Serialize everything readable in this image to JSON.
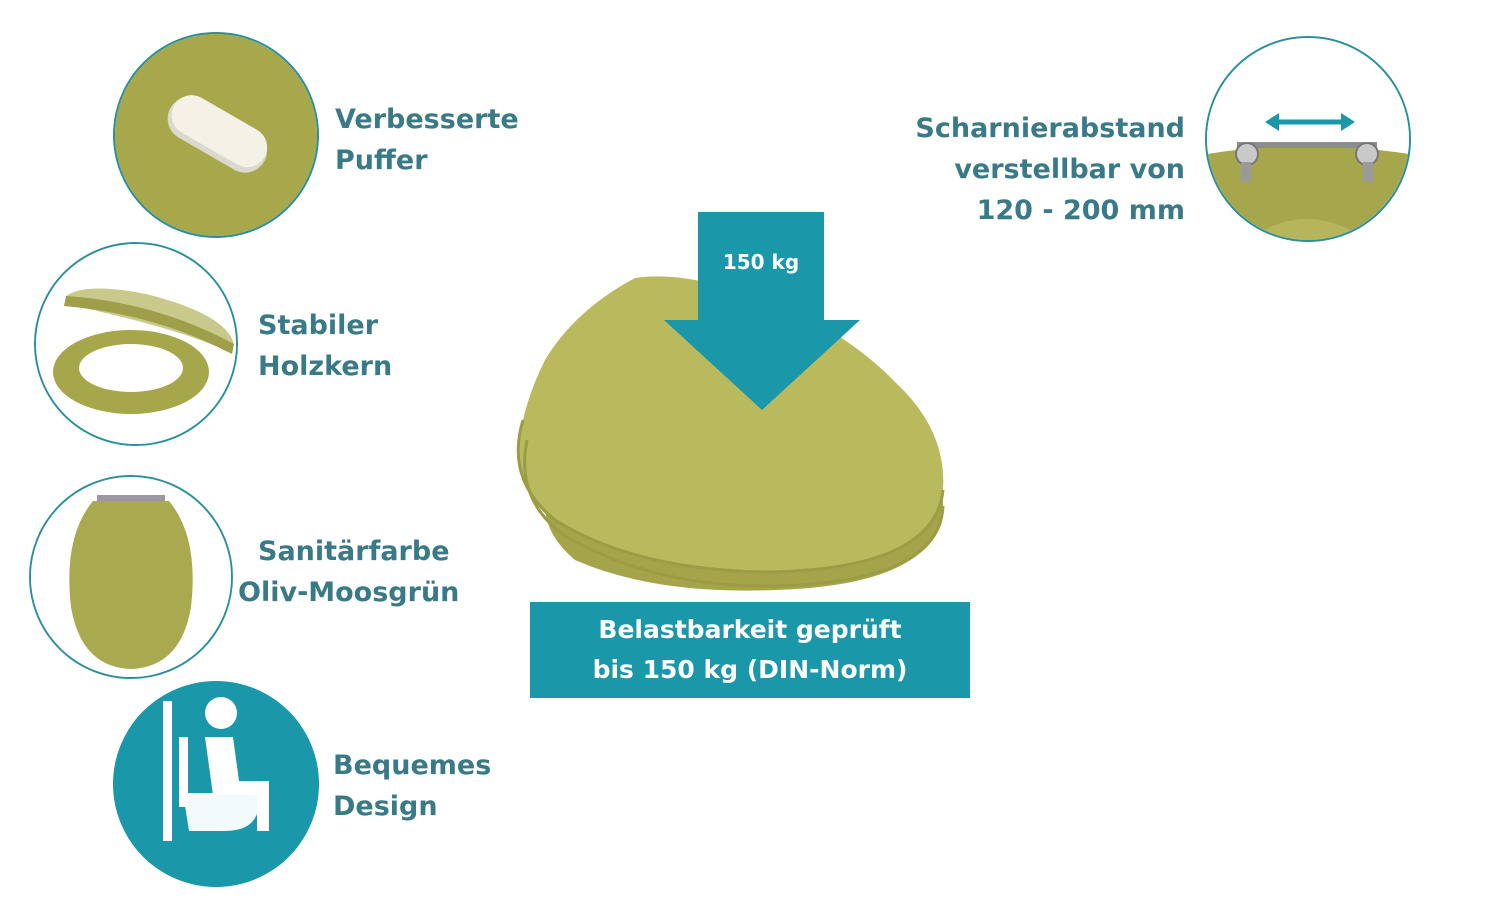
{
  "features": {
    "buffer": {
      "line1": "Verbesserte",
      "line2": "Puffer",
      "icon": "buffer-pad-icon"
    },
    "core": {
      "line1": "Stabiler",
      "line2": "Holzkern",
      "icon": "open-seat-icon"
    },
    "color": {
      "line1": "Sanitärfarbe",
      "line2": "Oliv-Moosgrün",
      "icon": "seat-top-view-icon"
    },
    "comfort": {
      "line1": "Bequemes",
      "line2": "Design",
      "icon": "seated-person-icon"
    },
    "hinge": {
      "line1": "Scharnierabstand",
      "line2": "verstellbar von",
      "line3": "120 - 200 mm",
      "icon": "hinge-distance-icon"
    }
  },
  "load": {
    "arrow_label": "150 kg",
    "banner_line1": "Belastbarkeit geprüft",
    "banner_line2": "bis 150 kg (DIN-Norm)"
  },
  "colors": {
    "accent": "#1a97a9",
    "label_text": "#3a7a86",
    "seat_olive": "#b9ba5e",
    "seat_olive_dark": "#a3a447"
  }
}
